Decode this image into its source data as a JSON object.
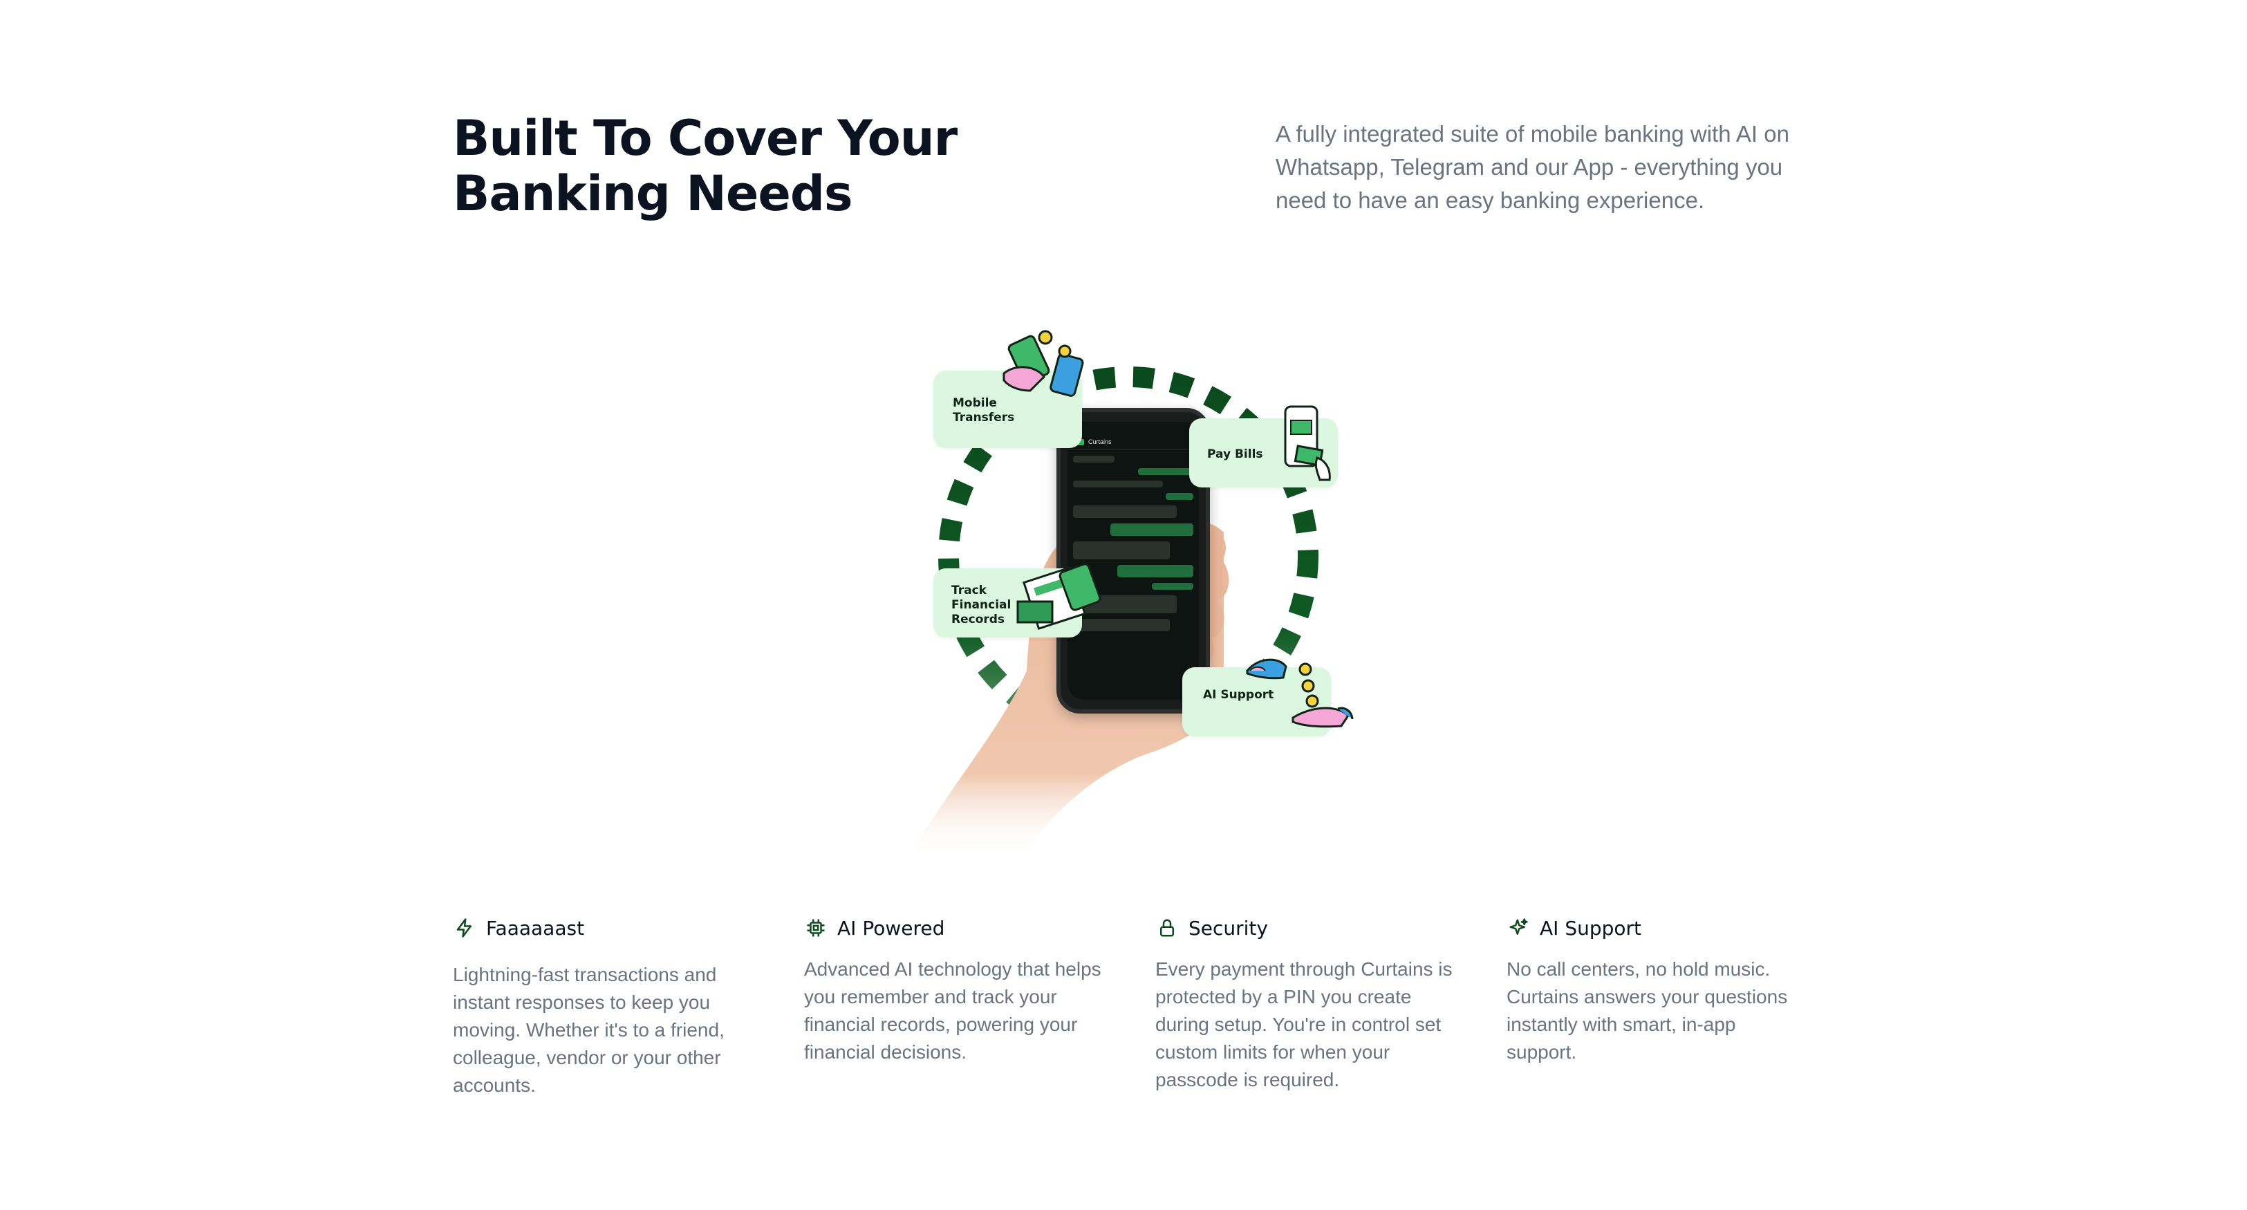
{
  "header": {
    "title": "Built To Cover Your Banking Needs",
    "intro": "A fully integrated suite of mobile banking with AI on Whatsapp, Telegram and our App - everything you need to have an easy banking experience."
  },
  "hero": {
    "phone_app_name": "Curtains",
    "cards": [
      {
        "label": "Mobile Transfers",
        "icon": "money-transfer-icon"
      },
      {
        "label": "Pay Bills",
        "icon": "phone-bill-icon"
      },
      {
        "label": "Track Financial Records",
        "icon": "invoice-icon"
      },
      {
        "label": "AI Support",
        "icon": "hands-coins-icon"
      }
    ]
  },
  "features": [
    {
      "title": "Faaaaaast",
      "icon": "lightning-icon",
      "text": "Lightning-fast transactions and instant responses to keep you moving. Whether it's to a friend, colleague, vendor or your other accounts."
    },
    {
      "title": "AI Powered",
      "icon": "chip-icon",
      "text": "Advanced AI technology that helps you remember and track your financial records, powering your financial decisions."
    },
    {
      "title": "Security",
      "icon": "lock-icon",
      "text": "Every payment through Curtains is protected by a PIN you create during setup. You're in control set custom limits for when your passcode is required."
    },
    {
      "title": "AI Support",
      "icon": "sparkle-icon",
      "text": "No call centers, no hold music. Curtains answers your questions instantly with smart, in-app support."
    }
  ],
  "colors": {
    "accent_dark": "#0b4a1c",
    "card_bg": "#dcf7df",
    "heading": "#0b1220",
    "body": "#6b7280"
  }
}
